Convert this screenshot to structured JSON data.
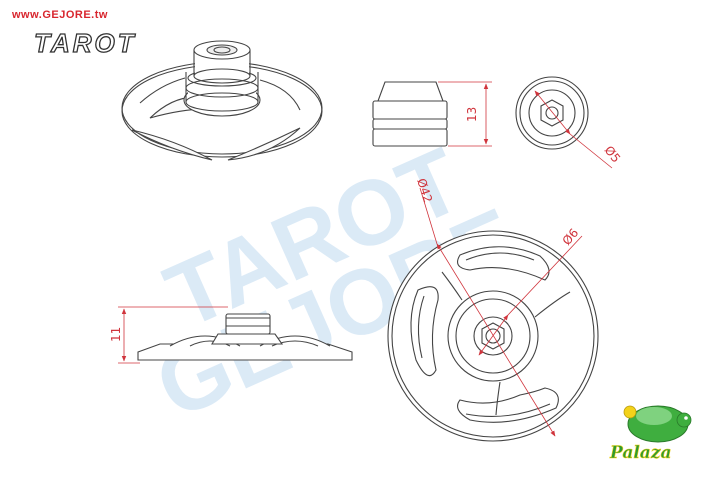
{
  "header": {
    "url": "www.GEJORE.tw",
    "brand": "TAROT"
  },
  "watermark": {
    "line1": "TAROT",
    "line2": "GEJORE"
  },
  "dimensions": {
    "front_height": "13",
    "top_small_dia": "Ø5",
    "side_height": "11",
    "main_outer_dia": "Ø42",
    "main_hub_dia": "Ø6"
  },
  "logo": {
    "text": "Palaza"
  },
  "colors": {
    "dimension": "#d0343c",
    "url": "#d8262e",
    "watermark": "#cfe3f4",
    "line": "#444444"
  }
}
